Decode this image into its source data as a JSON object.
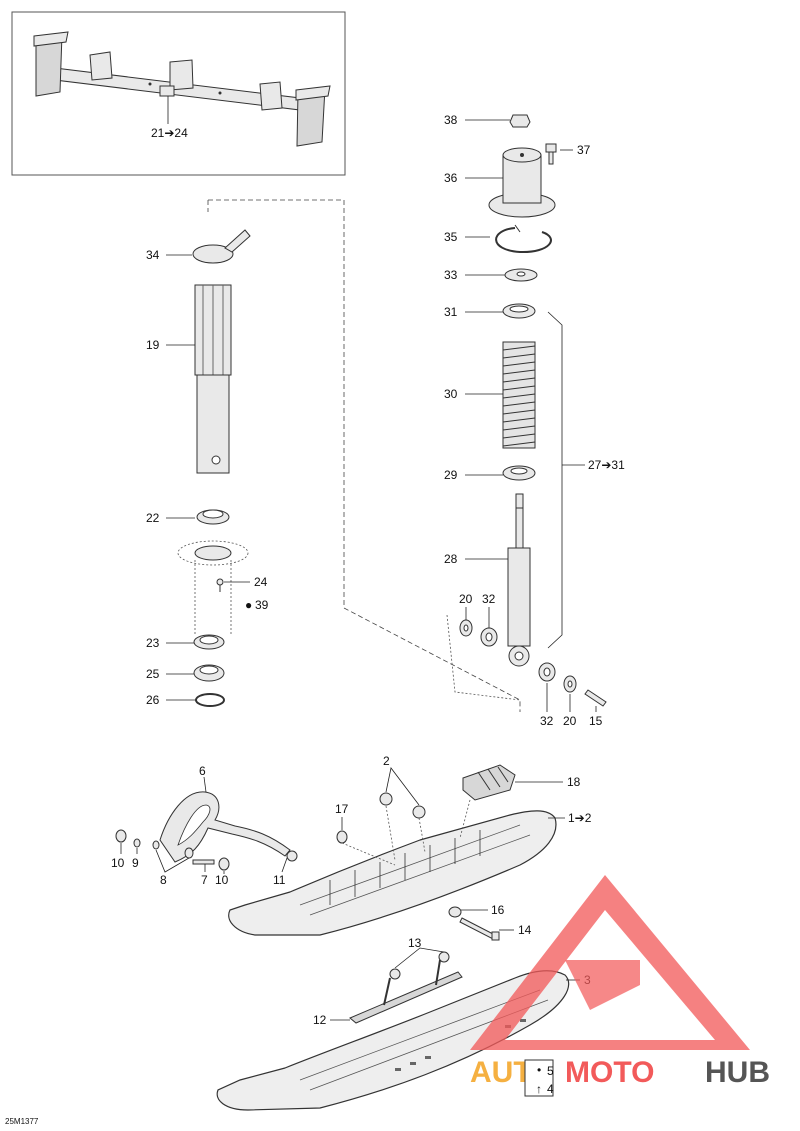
{
  "drawing_id": "25M1377",
  "callouts": {
    "c1": "1➔2",
    "c2": "2",
    "c3": "3",
    "c4": "4",
    "c5": "5",
    "c6": "6",
    "c7": "7",
    "c8": "8",
    "c9": "9",
    "c10a": "10",
    "c10b": "10",
    "c11": "11",
    "c12": "12",
    "c13": "13",
    "c14": "14",
    "c15": "15",
    "c16": "16",
    "c17": "17",
    "c18": "18",
    "c19": "19",
    "c20a": "20",
    "c20b": "20",
    "c21": "21➔24",
    "c22": "22",
    "c23": "23",
    "c24": "24",
    "c25": "25",
    "c26": "26",
    "c27": "27➔31",
    "c28": "28",
    "c29": "29",
    "c30": "30",
    "c31": "31",
    "c32a": "32",
    "c32b": "32",
    "c33": "33",
    "c34": "34",
    "c35": "35",
    "c36": "36",
    "c37": "37",
    "c38": "38",
    "c39": "39"
  },
  "watermark": {
    "part1": "AUTO",
    "part2": "MOTO",
    "part3": "HUB",
    "color_red": "#f25a5a",
    "color_orange": "#f5b041",
    "color_gray": "#555555"
  }
}
